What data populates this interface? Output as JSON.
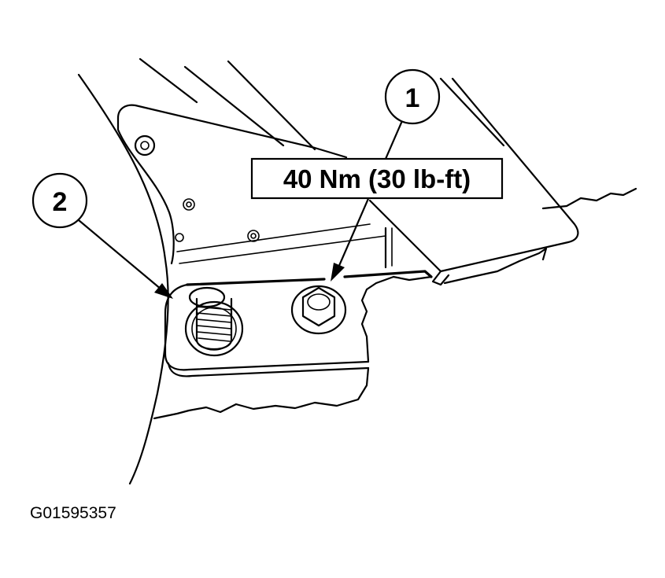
{
  "callouts": [
    {
      "number": "1",
      "label": "bolt"
    },
    {
      "number": "2",
      "label": "stud"
    }
  ],
  "torque_spec": "40 Nm (30 lb-ft)",
  "figure_id": "G01595357",
  "colors": {
    "ink": "#000000",
    "paper": "#ffffff"
  }
}
